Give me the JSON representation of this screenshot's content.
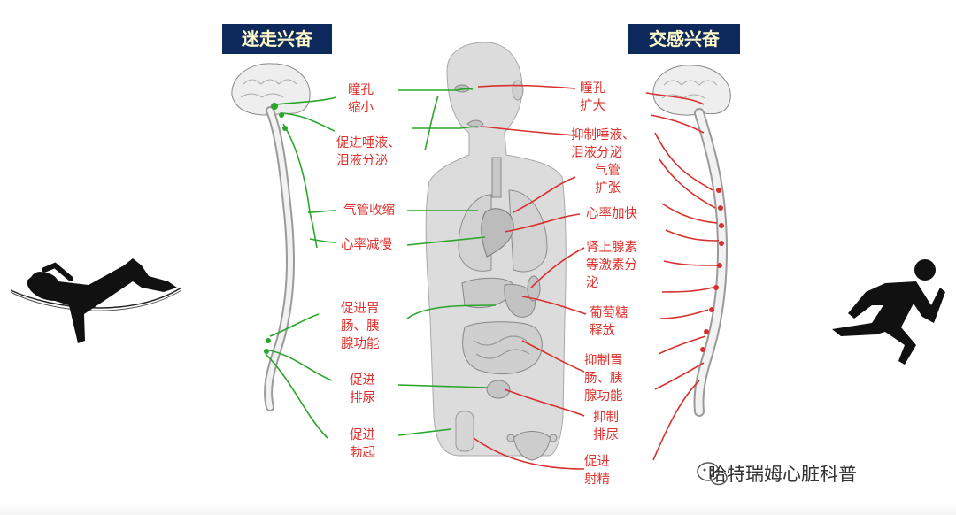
{
  "headers": {
    "left": "迷走兴奋",
    "right": "交感兴奋"
  },
  "left_labels": [
    {
      "id": "pupil-constrict",
      "text": "瞳孔\n缩小"
    },
    {
      "id": "saliva-promote",
      "text": "促进唾液、\n泪液分泌"
    },
    {
      "id": "bronchi-constrict",
      "text": "气管收缩"
    },
    {
      "id": "heart-slow",
      "text": "心率减慢"
    },
    {
      "id": "gi-promote",
      "text": "促进胃\n肠、胰\n腺功能"
    },
    {
      "id": "urine-promote",
      "text": "促进\n排尿"
    },
    {
      "id": "erection-promote",
      "text": "促进\n勃起"
    }
  ],
  "right_labels": [
    {
      "id": "pupil-dilate",
      "text": "瞳孔\n扩大"
    },
    {
      "id": "saliva-inhibit",
      "text": "抑制唾液、\n泪液分泌"
    },
    {
      "id": "bronchi-dilate",
      "text": "气管\n扩张"
    },
    {
      "id": "heart-fast",
      "text": "心率加快"
    },
    {
      "id": "adrenal",
      "text": "肾上腺素\n等激素分\n泌"
    },
    {
      "id": "glucose",
      "text": "葡萄糖\n释放"
    },
    {
      "id": "gi-inhibit",
      "text": "抑制胃\n肠、胰\n腺功能"
    },
    {
      "id": "urine-inhibit",
      "text": "抑制\n排尿"
    },
    {
      "id": "ejaculation",
      "text": "促进\n射精"
    }
  ],
  "watermark": "哈特瑞姆心脏科普",
  "colors": {
    "parasympathetic": "#2aa52a",
    "sympathetic": "#d8302c",
    "header_bg": "#0e2a5c",
    "header_text": "#fff8c8"
  },
  "icons": {
    "left": "resting-person-hammock-icon",
    "right": "running-person-icon",
    "watermark": "wechat-icon"
  }
}
